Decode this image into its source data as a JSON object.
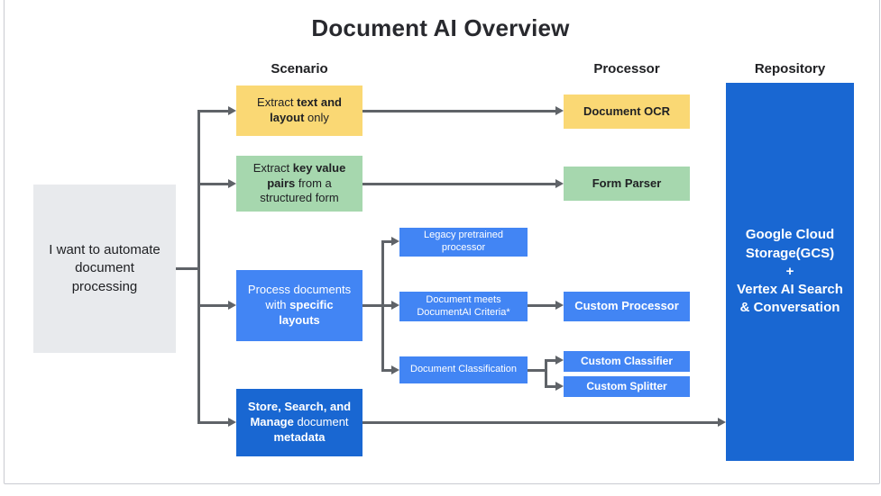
{
  "title": "Document AI Overview",
  "columns": {
    "scenario": "Scenario",
    "processor": "Processor",
    "repository": "Repository"
  },
  "start_box": {
    "text": "I want to automate document processing"
  },
  "scenarios": [
    {
      "name": "extract-text-layout",
      "segments": [
        {
          "t": "Extract ",
          "b": false
        },
        {
          "t": "text and layout",
          "b": true
        },
        {
          "t": " only",
          "b": false
        }
      ]
    },
    {
      "name": "extract-key-value",
      "segments": [
        {
          "t": "Extract ",
          "b": false
        },
        {
          "t": "key value pairs",
          "b": true
        },
        {
          "t": " from a structured form",
          "b": false
        }
      ]
    },
    {
      "name": "process-specific-layouts",
      "segments": [
        {
          "t": "Process documents with ",
          "b": false
        },
        {
          "t": "specific layouts",
          "b": true
        }
      ]
    },
    {
      "name": "store-search-manage",
      "segments": [
        {
          "t": "Store, Search, and Manage",
          "b": true
        },
        {
          "t": " document ",
          "b": false
        },
        {
          "t": "metadata",
          "b": true
        }
      ]
    }
  ],
  "mid_nodes": [
    {
      "label": "Legacy pretrained processor"
    },
    {
      "label": "Document meets DocumentAI Criteria*"
    },
    {
      "label": "Document Classification"
    }
  ],
  "processors": [
    {
      "label": "Document OCR"
    },
    {
      "label": "Form Parser"
    },
    {
      "label": "Custom Processor"
    },
    {
      "label": "Custom Classifier"
    },
    {
      "label": "Custom Splitter"
    }
  ],
  "repository": {
    "lines": [
      "Google Cloud Storage(GCS)",
      "+",
      "Vertex AI Search & Conversation"
    ]
  },
  "colors": {
    "yellow": "#fad874",
    "green": "#a6d7ae",
    "blue": "#4285f4",
    "dark_blue": "#1967d2",
    "gray": "#e8eaed",
    "arrow": "#5f6368",
    "text_dark": "#202124"
  }
}
